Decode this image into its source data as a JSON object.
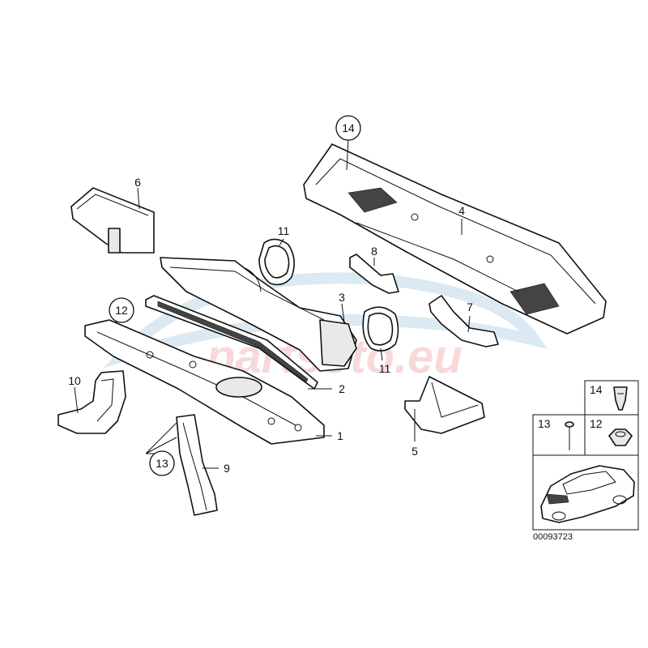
{
  "watermark": {
    "text": "partsoto.eu"
  },
  "diagram_id": "00093723",
  "callouts": [
    {
      "id": "c1",
      "text": "1"
    },
    {
      "id": "c2",
      "text": "2"
    },
    {
      "id": "c3",
      "text": "3"
    },
    {
      "id": "c4",
      "text": "4"
    },
    {
      "id": "c5",
      "text": "5"
    },
    {
      "id": "c6",
      "text": "6"
    },
    {
      "id": "c7",
      "text": "7"
    },
    {
      "id": "c8",
      "text": "8"
    },
    {
      "id": "c9",
      "text": "9"
    },
    {
      "id": "c10",
      "text": "10"
    },
    {
      "id": "c11a",
      "text": "11"
    },
    {
      "id": "c11b",
      "text": "11"
    },
    {
      "id": "c12",
      "text": "12"
    },
    {
      "id": "c13",
      "text": "13"
    },
    {
      "id": "c14",
      "text": "14"
    }
  ],
  "legend": {
    "cells": [
      {
        "text": "14"
      },
      {
        "text": "13"
      },
      {
        "text": "12"
      }
    ]
  }
}
